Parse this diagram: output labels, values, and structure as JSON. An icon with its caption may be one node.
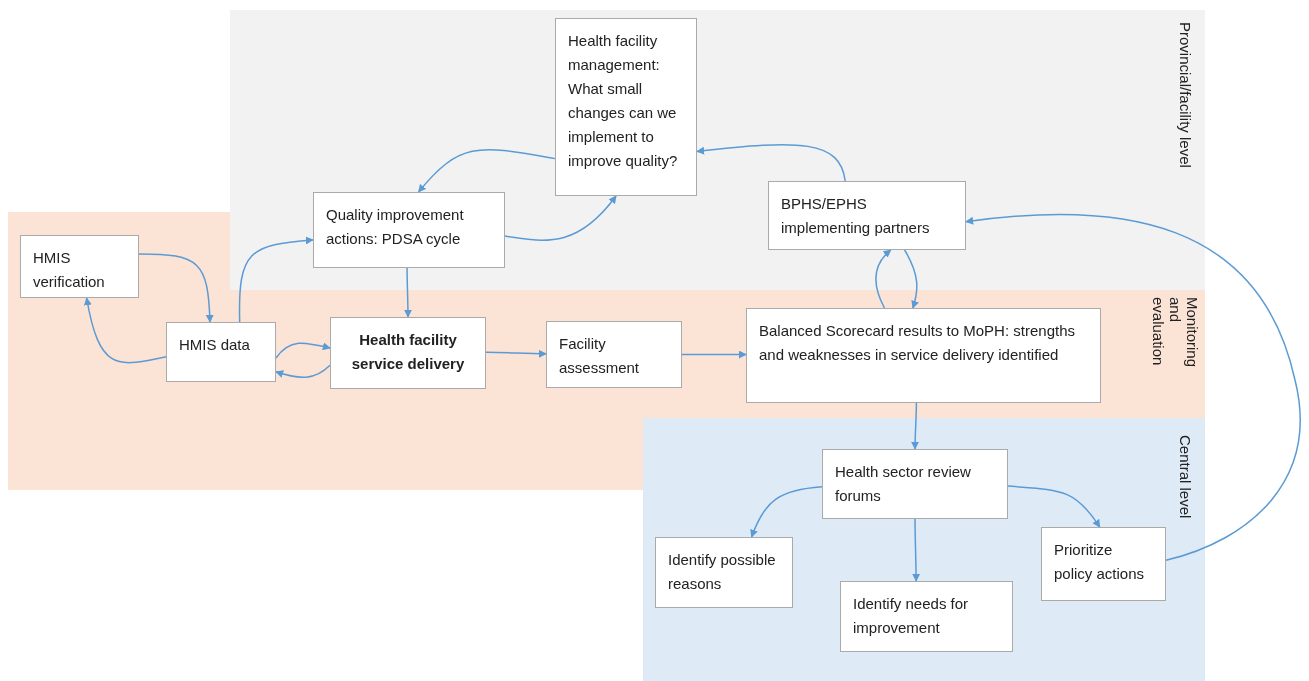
{
  "diagram": {
    "nodes": [
      {
        "text": [
          "Health facility management: What small changes can we implement to improve quality?"
        ]
      },
      {
        "text": [
          "Quality improvement actions: PDSA cycle"
        ]
      },
      {
        "text": [
          "BPHS/EPHS implementing partners"
        ]
      },
      {
        "text": [
          "HMIS verification"
        ]
      },
      {
        "text": [
          "HMIS data"
        ]
      },
      {
        "text": [
          "Health facility service delivery"
        ]
      },
      {
        "text": [
          "Facility assessment"
        ]
      },
      {
        "text": [
          "Balanced Scorecard results to MoPH: strengths and weaknesses in service delivery identified"
        ]
      },
      {
        "text": [
          "Health sector review forums"
        ]
      },
      {
        "text": [
          "Identify possible reasons"
        ]
      },
      {
        "text": [
          "Identify needs for improvement"
        ]
      },
      {
        "text": [
          "Prioritize policy actions"
        ]
      }
    ],
    "edges": [
      {
        "from": 3,
        "to": 4,
        "arrow": "to"
      },
      {
        "from": 4,
        "to": 3,
        "arrow": "to"
      },
      {
        "from": 4,
        "to": 1,
        "arrow": "to"
      },
      {
        "from": 4,
        "to": 5,
        "arrow": "to"
      },
      {
        "from": 5,
        "to": 4,
        "arrow": "to"
      },
      {
        "from": 1,
        "to": 5,
        "arrow": "to"
      },
      {
        "from": 1,
        "to": 0,
        "arrow": "to"
      },
      {
        "from": 0,
        "to": 1,
        "arrow": "to"
      },
      {
        "from": 2,
        "to": 0,
        "arrow": "to"
      },
      {
        "from": 5,
        "to": 6,
        "arrow": "to"
      },
      {
        "from": 6,
        "to": 7,
        "arrow": "to"
      },
      {
        "from": 7,
        "to": 2,
        "arrow": "to"
      },
      {
        "from": 2,
        "to": 7,
        "arrow": "to"
      },
      {
        "from": 7,
        "to": 8,
        "arrow": "to"
      },
      {
        "from": 8,
        "to": 9,
        "arrow": "to"
      },
      {
        "from": 8,
        "to": 10,
        "arrow": "to"
      },
      {
        "from": 8,
        "to": 11,
        "arrow": "to"
      },
      {
        "from": 11,
        "to": 2,
        "arrow": "to"
      }
    ],
    "labels": [
      "Provincial/facility level",
      "Monitoring and evaluation",
      "Central level"
    ]
  }
}
